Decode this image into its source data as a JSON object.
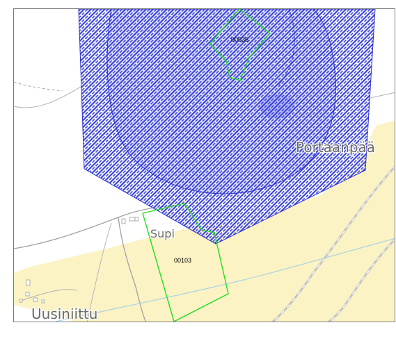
{
  "colors": {
    "background": "#ffffff",
    "field": "#fbf3c4",
    "road": "#9a9a9a",
    "path": "#9a9a9a",
    "railway": "#b7b7b7",
    "water_line": "#a9d3e6",
    "building": "#b8b8b8",
    "zone_fill": "#4a53e6",
    "zone_stroke": "#2b31c9",
    "parcel_stroke": "#22dd22",
    "label_text": "#666666"
  },
  "places": [
    {
      "id": "portaanpaa",
      "label": "Portaanpää"
    },
    {
      "id": "supi",
      "label": "Supi"
    },
    {
      "id": "uusiniittu",
      "label": "Uusiniittu"
    }
  ],
  "parcels": [
    {
      "id": "north",
      "label": "00036"
    },
    {
      "id": "south",
      "label": "00103"
    }
  ],
  "zone": {
    "pattern": "diagonal-hatch"
  }
}
